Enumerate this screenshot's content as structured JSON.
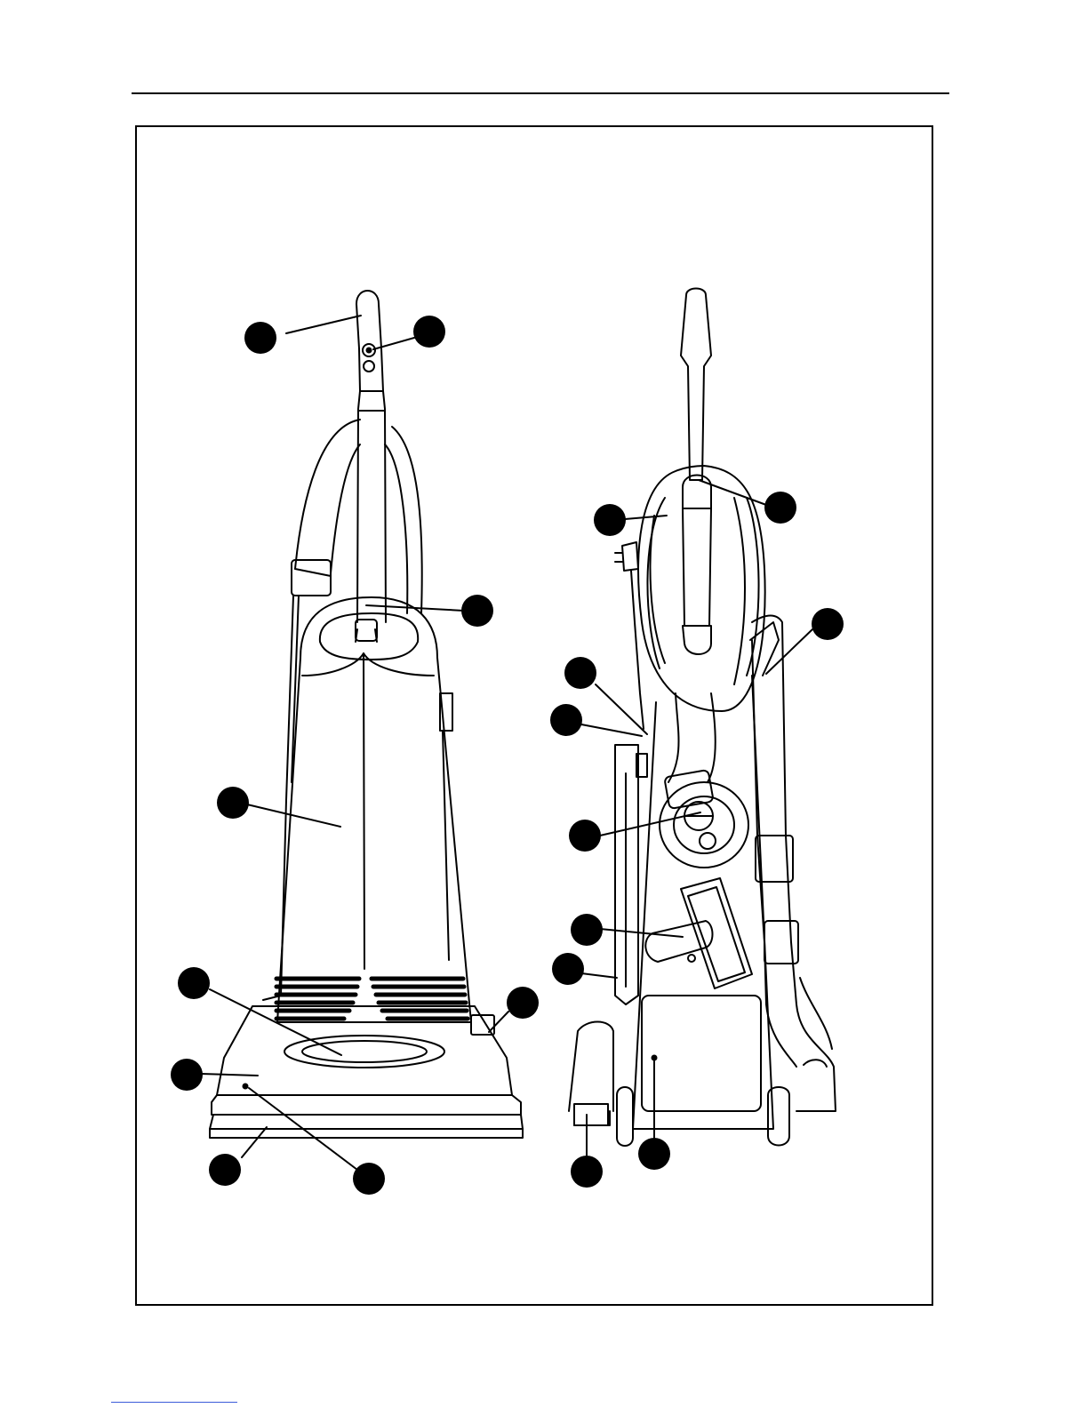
{
  "diagram": {
    "views": [
      "front-view",
      "rear-view"
    ],
    "callout_count": 18,
    "colors": {
      "ink": "#000000",
      "paper": "#ffffff",
      "link": "#3b5bd9"
    }
  }
}
